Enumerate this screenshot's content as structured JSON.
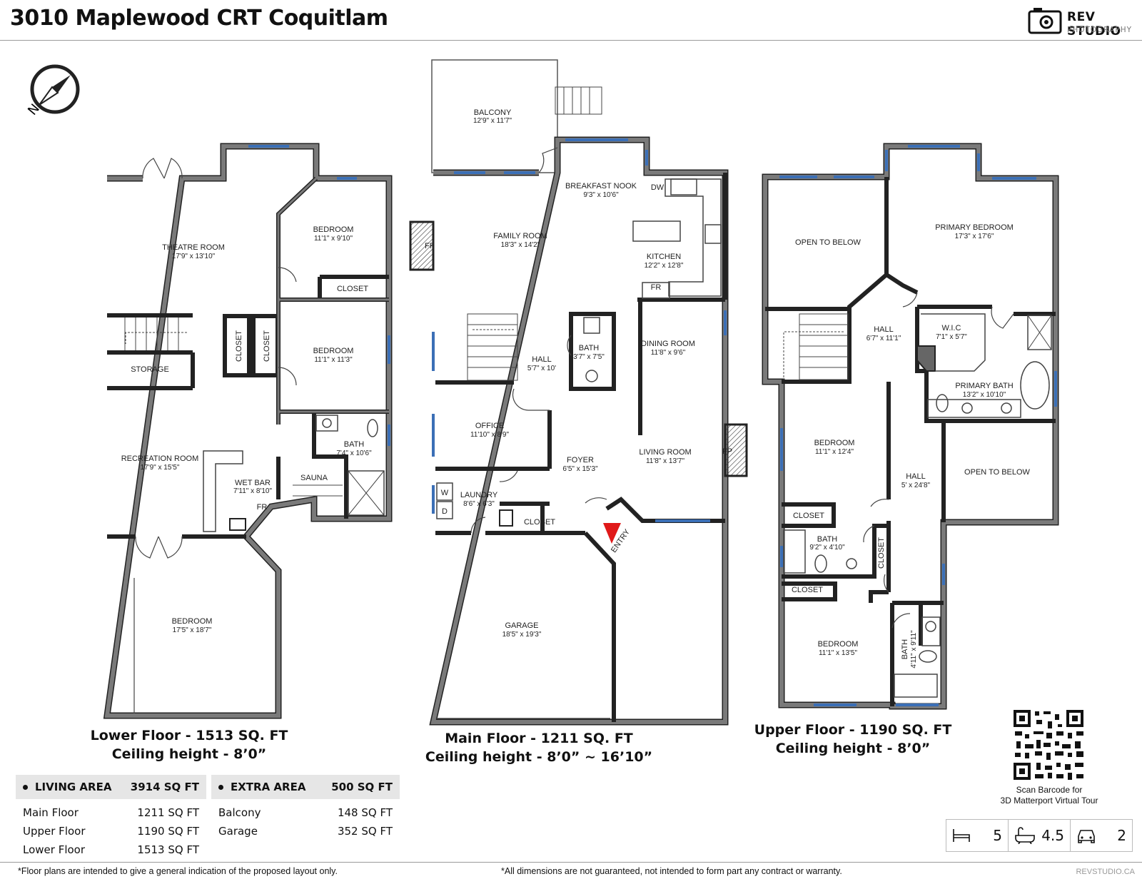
{
  "header": {
    "title": "3010 Maplewood CRT Coquitlam",
    "logo_main": "REV STUDIO",
    "logo_sub": "PHOTOGRAPHY"
  },
  "compass": {
    "label": "N"
  },
  "lower_floor": {
    "caption_line1": "Lower Floor - 1513 SQ. FT",
    "caption_line2": "Ceiling height - 8’0”",
    "rooms": {
      "theatre": {
        "name": "THEATRE ROOM",
        "dims": "17'9\" x 13'10\""
      },
      "bedroom1": {
        "name": "BEDROOM",
        "dims": "11'1\" x 9'10\""
      },
      "closet1": {
        "name": "CLOSET"
      },
      "closet_v1": {
        "name": "CLOSET"
      },
      "closet_v2": {
        "name": "CLOSET"
      },
      "bedroom2": {
        "name": "BEDROOM",
        "dims": "11'1\" x 11'3\""
      },
      "storage": {
        "name": "STORAGE"
      },
      "recreation": {
        "name": "RECREATION ROOM",
        "dims": "17'9\" x 15'5\""
      },
      "wetbar": {
        "name": "WET BAR",
        "dims": "7'11\" x 8'10\""
      },
      "fr": {
        "name": "FR"
      },
      "sauna": {
        "name": "SAUNA"
      },
      "bath": {
        "name": "BATH",
        "dims": "7'4\" x 10'6\""
      },
      "bedroom3": {
        "name": "BEDROOM",
        "dims": "17'5\" x 18'7\""
      }
    }
  },
  "main_floor": {
    "caption_line1": "Main Floor - 1211 SQ. FT",
    "caption_line2": "Ceiling height - 8’0” ~ 16’10”",
    "rooms": {
      "balcony": {
        "name": "BALCONY",
        "dims": "12'9\" x 11'7\""
      },
      "nook": {
        "name": "BREAKFAST NOOK",
        "dims": "9'3\" x 10'6\""
      },
      "dw": {
        "name": "DW"
      },
      "family": {
        "name": "FAMILY ROOM",
        "dims": "18'3\" x 14'2\""
      },
      "fp1": {
        "name": "FP"
      },
      "kitchen": {
        "name": "KITCHEN",
        "dims": "12'2\" x 12'8\""
      },
      "fr": {
        "name": "FR"
      },
      "bath": {
        "name": "BATH",
        "dims": "3'7\" x 7'5\""
      },
      "hall": {
        "name": "HALL",
        "dims": "5'7\" x 10'"
      },
      "dining": {
        "name": "DINING ROOM",
        "dims": "11'8\" x 9'6\""
      },
      "office": {
        "name": "OFFICE",
        "dims": "11'10\" x 8'9\""
      },
      "foyer": {
        "name": "FOYER",
        "dims": "6'5\" x 15'3\""
      },
      "living": {
        "name": "LIVING ROOM",
        "dims": "11'8\" x 13'7\""
      },
      "fp2": {
        "name": "FP"
      },
      "w": {
        "name": "W"
      },
      "d": {
        "name": "D"
      },
      "laundry": {
        "name": "LAUNDRY",
        "dims": "8'6\" x 6'3\""
      },
      "closet": {
        "name": "CLOSET"
      },
      "entry": {
        "name": "ENTRY"
      },
      "garage": {
        "name": "GARAGE",
        "dims": "18'5\" x 19'3\""
      }
    }
  },
  "upper_floor": {
    "caption_line1": "Upper Floor - 1190 SQ. FT",
    "caption_line2": "Ceiling height - 8’0”",
    "rooms": {
      "open1": {
        "name": "OPEN TO BELOW"
      },
      "primary": {
        "name": "PRIMARY BEDROOM",
        "dims": "17'3\" x 17'6\""
      },
      "hall1": {
        "name": "HALL",
        "dims": "6'7\" x 11'1\""
      },
      "wic": {
        "name": "W.I.C",
        "dims": "7'1\" x 5'7\""
      },
      "primary_bath": {
        "name": "PRIMARY BATH",
        "dims": "13'2\" x 10'10\""
      },
      "bedroom1": {
        "name": "BEDROOM",
        "dims": "11'1\" x 12'4\""
      },
      "hall2": {
        "name": "HALL",
        "dims": "5' x 24'8\""
      },
      "open2": {
        "name": "OPEN TO BELOW"
      },
      "closet1": {
        "name": "CLOSET"
      },
      "bath1": {
        "name": "BATH",
        "dims": "9'2\" x 4'10\""
      },
      "closet_v": {
        "name": "CLOSET"
      },
      "closet2": {
        "name": "CLOSET"
      },
      "bedroom2": {
        "name": "BEDROOM",
        "dims": "11'1\" x 13'5\""
      },
      "bath2": {
        "name": "BATH",
        "dims": "4'11\" x 9'11\""
      }
    }
  },
  "summary": {
    "living": {
      "header": "LIVING AREA",
      "total": "3914 SQ FT",
      "rows": [
        {
          "label": "Main Floor",
          "value": "1211 SQ FT"
        },
        {
          "label": "Upper Floor",
          "value": "1190 SQ FT"
        },
        {
          "label": "Lower Floor",
          "value": "1513 SQ FT"
        }
      ]
    },
    "extra": {
      "header": "EXTRA AREA",
      "total": "500 SQ FT",
      "rows": [
        {
          "label": "Balcony",
          "value": "148 SQ FT"
        },
        {
          "label": "Garage",
          "value": "352 SQ FT"
        }
      ]
    }
  },
  "qr": {
    "caption_line1": "Scan Barcode for",
    "caption_line2": "3D Matterport Virtual Tour"
  },
  "stats": {
    "beds": "5",
    "baths": "4.5",
    "garage": "2",
    "icons": [
      "bed-icon",
      "bathtub-icon",
      "car-icon"
    ]
  },
  "footer": {
    "left": "*Floor plans are intended to give a general indication of the proposed layout only.",
    "right": "*All dimensions are not guaranteed, not intended to form part any contract or warranty.",
    "url": "REVSTUDIO.CA"
  },
  "colors": {
    "wall": "#7a7a7a",
    "wall_edge": "#222222",
    "window": "#3b6fb6",
    "entry_arrow": "#e01919",
    "summary_header_bg": "#e6e6e6"
  }
}
